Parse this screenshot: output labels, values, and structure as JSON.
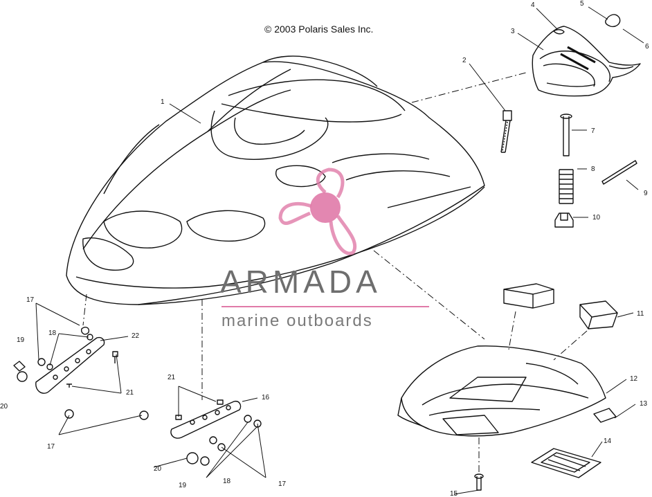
{
  "copyright": "© 2003 Polaris Sales Inc.",
  "watermark": {
    "brand": "ARMADA",
    "tagline": "marine outboards",
    "accent_color": "#e07aa8",
    "text_color": "#6e6e6e"
  },
  "callouts": [
    "1",
    "2",
    "3",
    "4",
    "5",
    "6",
    "7",
    "8",
    "9",
    "10",
    "11",
    "12",
    "13",
    "14",
    "15",
    "16",
    "17",
    "18",
    "19",
    "20",
    "21",
    "22"
  ]
}
